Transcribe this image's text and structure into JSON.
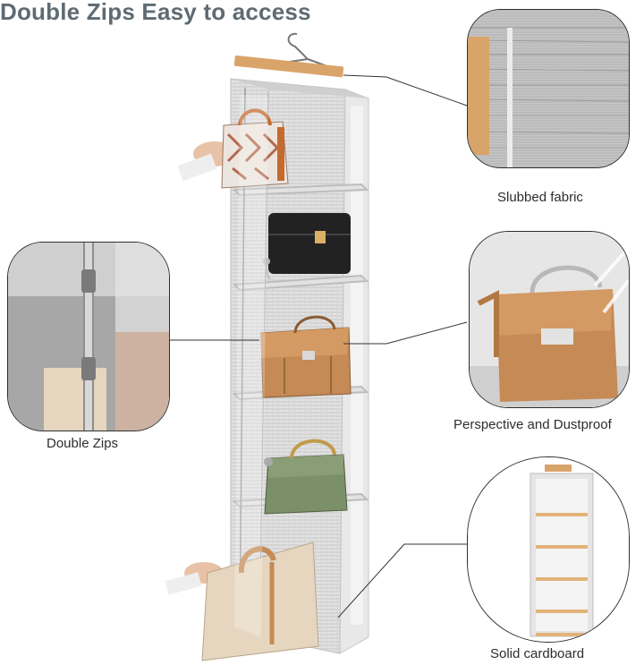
{
  "title": "Double Zips Easy to access",
  "callouts": {
    "slubbed_fabric": "Slubbed fabric",
    "double_zips": "Double Zips",
    "perspective": "Perspective and Dustproof",
    "cardboard": "Solid cardboard"
  },
  "colors": {
    "title": "#5f6b73",
    "fabric": "#d9d9d9",
    "trim": "#b8b8b8",
    "wood": "#d9a46a",
    "bag_white": "#e9ddd6",
    "bag_orange": "#c56a2e",
    "bag_black": "#222222",
    "bag_tan": "#c58a55",
    "bag_green": "#7b8f68",
    "tote": "#e6d6bf"
  },
  "icons": [
    "hanger-icon",
    "zipper-icon"
  ]
}
